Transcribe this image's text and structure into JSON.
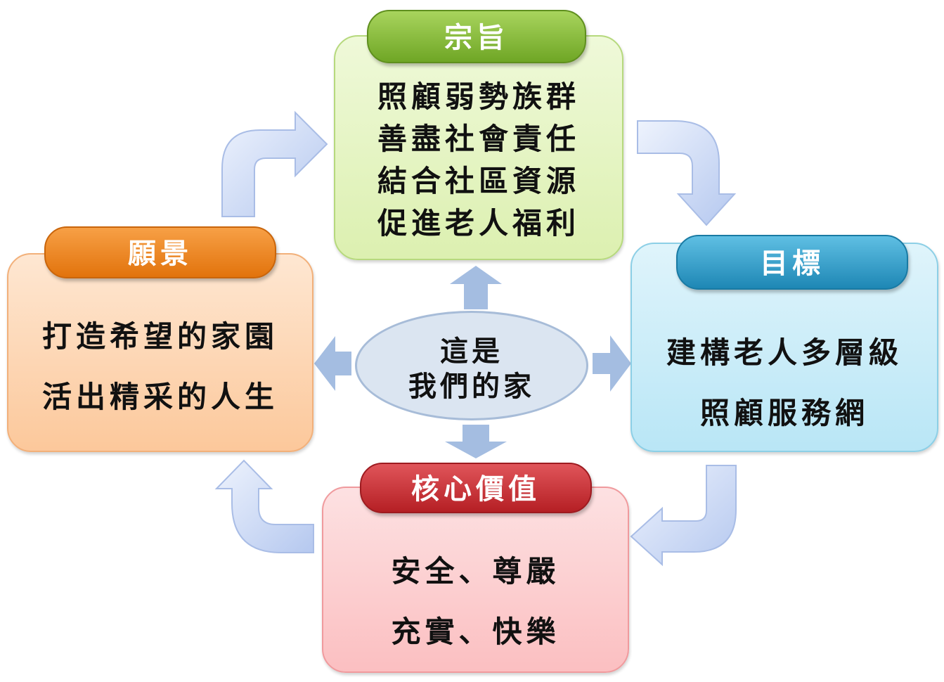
{
  "center": {
    "lines": [
      "這是",
      "我們的家"
    ]
  },
  "purpose": {
    "title": "宗旨",
    "lines": [
      "照顧弱勢族群",
      "善盡社會責任",
      "結合社區資源",
      "促進老人福利"
    ]
  },
  "goal": {
    "title": "目標",
    "lines": [
      "建構老人多層級",
      "照顧服務網"
    ]
  },
  "core_values": {
    "title": "核心價值",
    "lines": [
      "安全、尊嚴",
      "充實、快樂"
    ]
  },
  "vision": {
    "title": "願景",
    "lines": [
      "打造希望的家園",
      "活出精采的人生"
    ]
  },
  "colors": {
    "purpose_fill": "#e6f5c6",
    "purpose_title": "#78b02c",
    "goal_fill": "#cdeef9",
    "goal_title": "#2595c2",
    "core_fill": "#fcd2d3",
    "core_title": "#c0282d",
    "vision_fill": "#fdd8b5",
    "vision_title": "#ec7c17",
    "arrow": "#c7d6f4"
  }
}
